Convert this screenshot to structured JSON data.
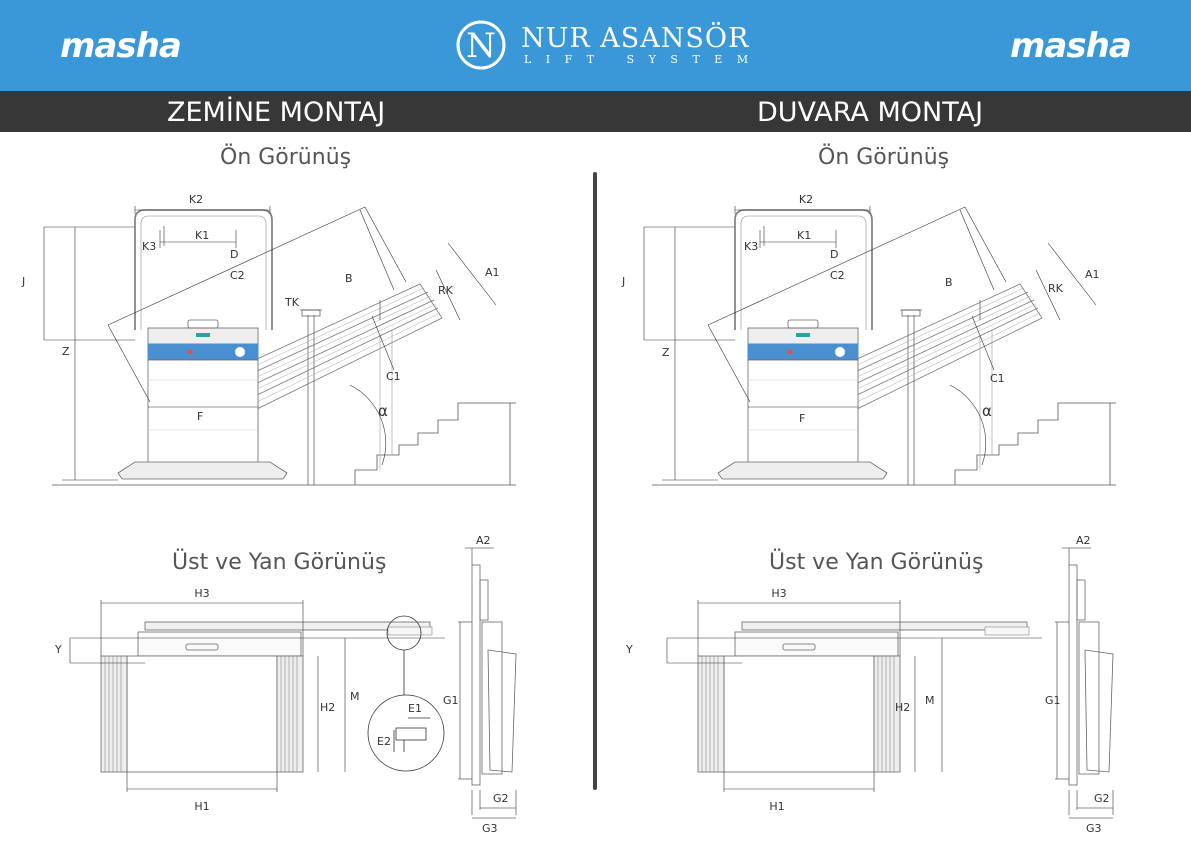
{
  "header": {
    "brand_left": "masha",
    "brand_right": "masha",
    "logo_letter": "N",
    "company_name": "NUR ASANSÖR",
    "company_tagline": "LIFT SYSTEM",
    "color": "#3a98d8"
  },
  "sections": [
    {
      "title": "ZEMİNE MONTAJ",
      "front_view": "Ön Görünüş",
      "top_side_view": "Üst  ve Yan Görünüş"
    },
    {
      "title": "DUVARA MONTAJ",
      "front_view": "Ön Görünüş",
      "top_side_view": "Üst  ve Yan Görünüş"
    }
  ],
  "dimensions_front": {
    "k2": "K2",
    "k3": "K3",
    "k1": "K1",
    "d": "D",
    "j": "J",
    "c2": "C2",
    "b": "B",
    "rk": "RK",
    "a1": "A1",
    "tk": "TK",
    "z": "Z",
    "c1": "C1",
    "f": "F",
    "alpha": "α"
  },
  "dimensions_top": {
    "h3": "H3",
    "y": "Y",
    "m": "M",
    "h2": "H2",
    "h1": "H1",
    "e1": "E1",
    "e2": "E2",
    "a2": "A2",
    "g1": "G1",
    "g2": "G2",
    "g3": "G3"
  }
}
